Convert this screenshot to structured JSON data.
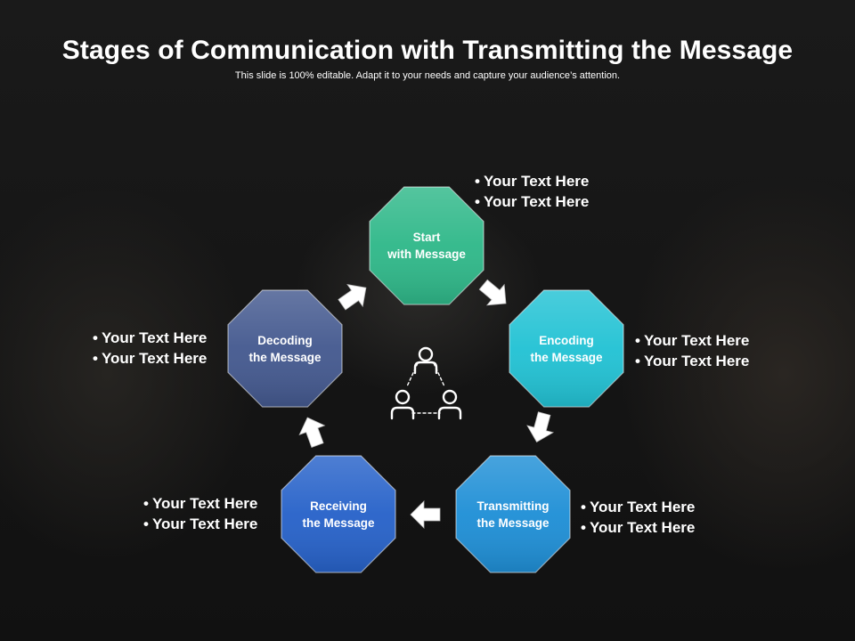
{
  "title": "Stages of Communication with Transmitting the Message",
  "subtitle": "This slide is 100% editable. Adapt it to your needs and capture your audience’s attention.",
  "stages": [
    {
      "id": "start",
      "line1": "Start",
      "line2": "with Message",
      "color": "#2fb889",
      "bullets": [
        "Your Text Here",
        "Your Text Here"
      ]
    },
    {
      "id": "encoding",
      "line1": "Encoding",
      "line2": "the Message",
      "color": "#22c2d4",
      "bullets": [
        "Your Text Here",
        "Your Text Here"
      ]
    },
    {
      "id": "transmitting",
      "line1": "Transmitting",
      "line2": "the Message",
      "color": "#1f8fd6",
      "bullets": [
        "Your Text Here",
        "Your Text Here"
      ]
    },
    {
      "id": "receiving",
      "line1": "Receiving",
      "line2": "the Message",
      "color": "#2762c9",
      "bullets": [
        "Your Text Here",
        "Your Text Here"
      ]
    },
    {
      "id": "decoding",
      "line1": "Decoding",
      "line2": "the Message",
      "color": "#44598f",
      "bullets": [
        "Your Text Here",
        "Your Text Here"
      ]
    }
  ],
  "center_icon": "people-network-icon",
  "arrow_icon": "arrow-icon"
}
